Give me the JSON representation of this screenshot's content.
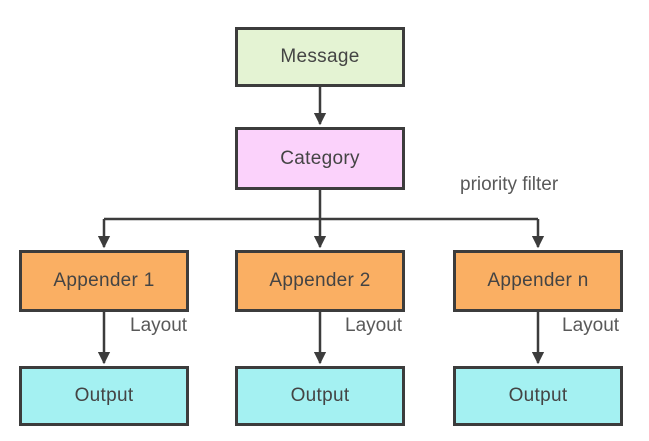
{
  "diagram": {
    "nodes": {
      "message": {
        "label": "Message",
        "fill": "#e4f3d3"
      },
      "category": {
        "label": "Category",
        "fill": "#fbd2fb"
      },
      "appender1": {
        "label": "Appender 1",
        "fill": "#faaf63"
      },
      "appender2": {
        "label": "Appender 2",
        "fill": "#faaf63"
      },
      "appender_n": {
        "label": "Appender n",
        "fill": "#faaf63"
      },
      "output1": {
        "label": "Output",
        "fill": "#a4f1f2"
      },
      "output2": {
        "label": "Output",
        "fill": "#a4f1f2"
      },
      "output3": {
        "label": "Output",
        "fill": "#a4f1f2"
      }
    },
    "edge_labels": {
      "priority_filter": "priority filter",
      "layout1": "Layout",
      "layout2": "Layout",
      "layout3": "Layout"
    },
    "edges": [
      {
        "from": "Message",
        "to": "Category",
        "label": ""
      },
      {
        "from": "Category",
        "to": "Appender 1",
        "label": "priority filter"
      },
      {
        "from": "Category",
        "to": "Appender 2",
        "label": "priority filter"
      },
      {
        "from": "Category",
        "to": "Appender n",
        "label": "priority filter"
      },
      {
        "from": "Appender 1",
        "to": "Output",
        "label": "Layout"
      },
      {
        "from": "Appender 2",
        "to": "Output",
        "label": "Layout"
      },
      {
        "from": "Appender n",
        "to": "Output",
        "label": "Layout"
      }
    ],
    "colors": {
      "background": "#ffffff",
      "node_border": "#3c3c3c",
      "arrow": "#3c3c3c",
      "node_text": "#444444",
      "edge_label_text": "#595959"
    }
  }
}
